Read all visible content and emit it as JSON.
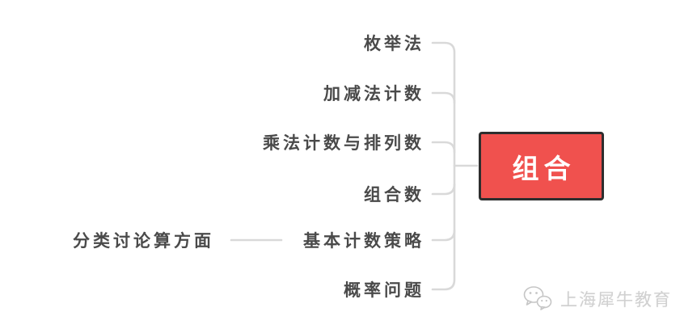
{
  "diagram": {
    "central_node": {
      "label": "组合"
    },
    "branches": [
      {
        "label": "枚举法"
      },
      {
        "label": "加减法计数"
      },
      {
        "label": "乘法计数与排列数"
      },
      {
        "label": "组合数"
      },
      {
        "label": "基本计数策略",
        "children": [
          {
            "label": "分类讨论算方面"
          }
        ]
      },
      {
        "label": "概率问题"
      }
    ]
  },
  "watermark": {
    "label": "上海犀牛教育",
    "icon": "wechat-bubbles-icon"
  },
  "colors": {
    "central_fill": "#f0514e",
    "central_border": "#2e2e2e",
    "central_text": "#ffffff",
    "branch_text": "#4a4a4a",
    "connector_line": "#d9d9d9",
    "watermark_text": "#d0d0d0"
  }
}
